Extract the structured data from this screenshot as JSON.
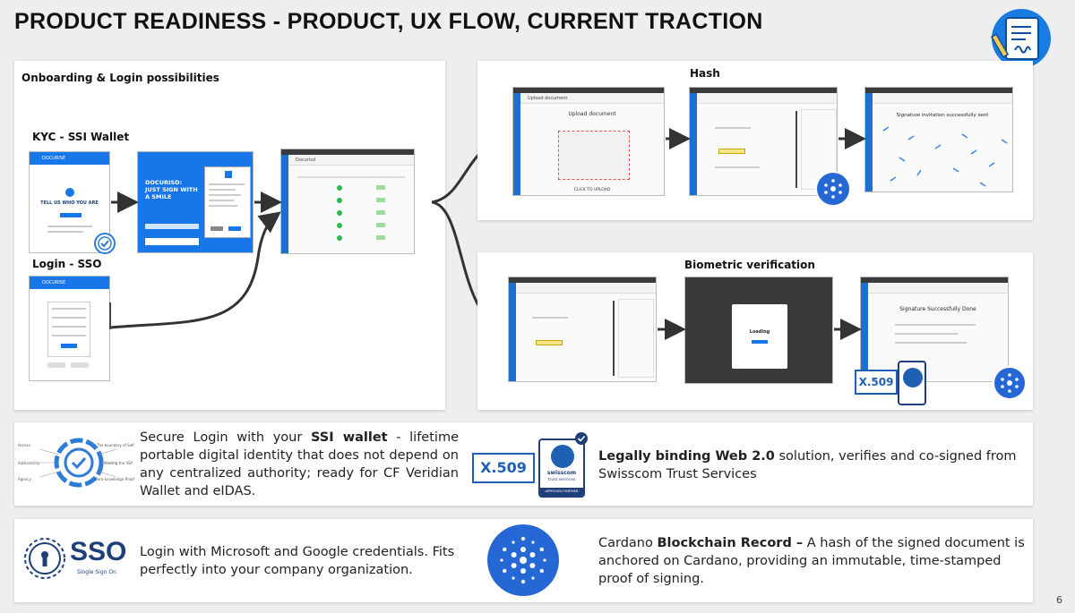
{
  "title": "PRODUCT READINESS - PRODUCT, UX FLOW, CURRENT TRACTION",
  "onboarding": {
    "title": "Onboarding & Login possibilities",
    "kyc_label": "KYC - SSI Wallet",
    "sso_label": "Login - SSO",
    "screens": {
      "kyc_small": "DOCURISE",
      "kyc_tell": "TELL US WHO YOU ARE",
      "mid_title": "DOCURISD: JUST SIGN WITH A SMILE",
      "sso_small": "DOCURISE",
      "docs": "Docurisd"
    }
  },
  "hash": {
    "title": "Hash",
    "screen1_title": "Upload document",
    "screen1_sub": "Upload document",
    "screen1_click": "CLICK TO UPLOAD",
    "screen3_title": "Signature invitation successfully sent"
  },
  "bio": {
    "title": "Biometric verification",
    "loading": "Loading",
    "done_title": "Signature Successfully Done"
  },
  "features": {
    "ssi": {
      "pre": "Secure Login with your ",
      "bold": "SSI wallet",
      "post": " - lifetime portable digital identity that does not depend on any centralized authority; ready for CF Veridian Wallet and eIDAS.",
      "diagram_labels": [
        "Access",
        "The boundary of Self",
        "Authenticity",
        "Sharing the SSP",
        "Agency",
        "Zero-knowledge Proof"
      ]
    },
    "legal": {
      "bold": "Legally binding Web 2.0",
      "post": " solution, verifies and co-signed from Swisscom Trust Services",
      "x509": "X.509",
      "swisscom": "swisscom",
      "trust": "trust services",
      "approved": "APPROVED PARTNER"
    },
    "sso": {
      "text": "Login with Microsoft and Google credentials. Fits perfectly into your company organization.",
      "logo_text": "SSO",
      "logo_sub": "Single Sign On"
    },
    "cardano": {
      "pre": "Cardano ",
      "bold": "Blockchain Record –",
      "post": " A hash of the signed document is anchored on Cardano, providing an immutable, time-stamped proof of signing."
    }
  },
  "page_number": "6",
  "colors": {
    "accent": "#1877e8",
    "cardano": "#2667d6",
    "x509": "#1f5fb4"
  }
}
